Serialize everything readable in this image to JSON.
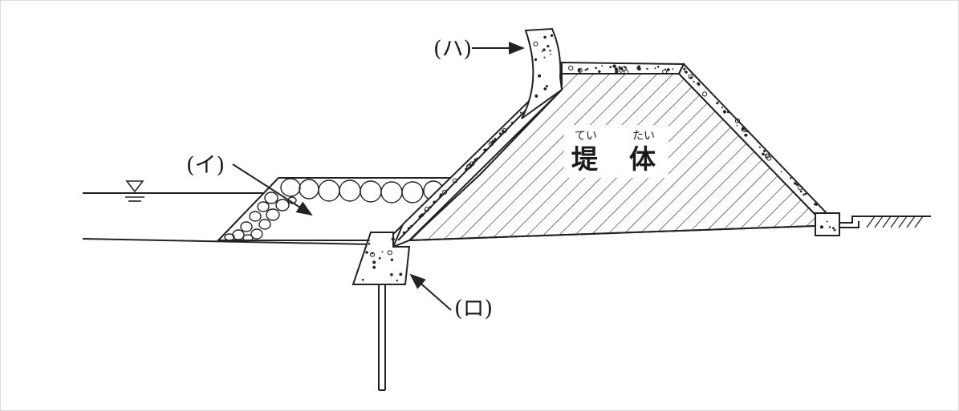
{
  "labels": {
    "i": "(イ)",
    "ro": "(ロ)",
    "ha": "(ハ)"
  },
  "embankment": {
    "ruby_1": "てい",
    "ruby_2": "たい",
    "char_1": "堤",
    "char_2": "体"
  },
  "icons": {
    "water_level": "water-level-icon",
    "ground": "ground-hatch-icon"
  },
  "colors": {
    "line": "#222222",
    "background": "#ffffff"
  }
}
